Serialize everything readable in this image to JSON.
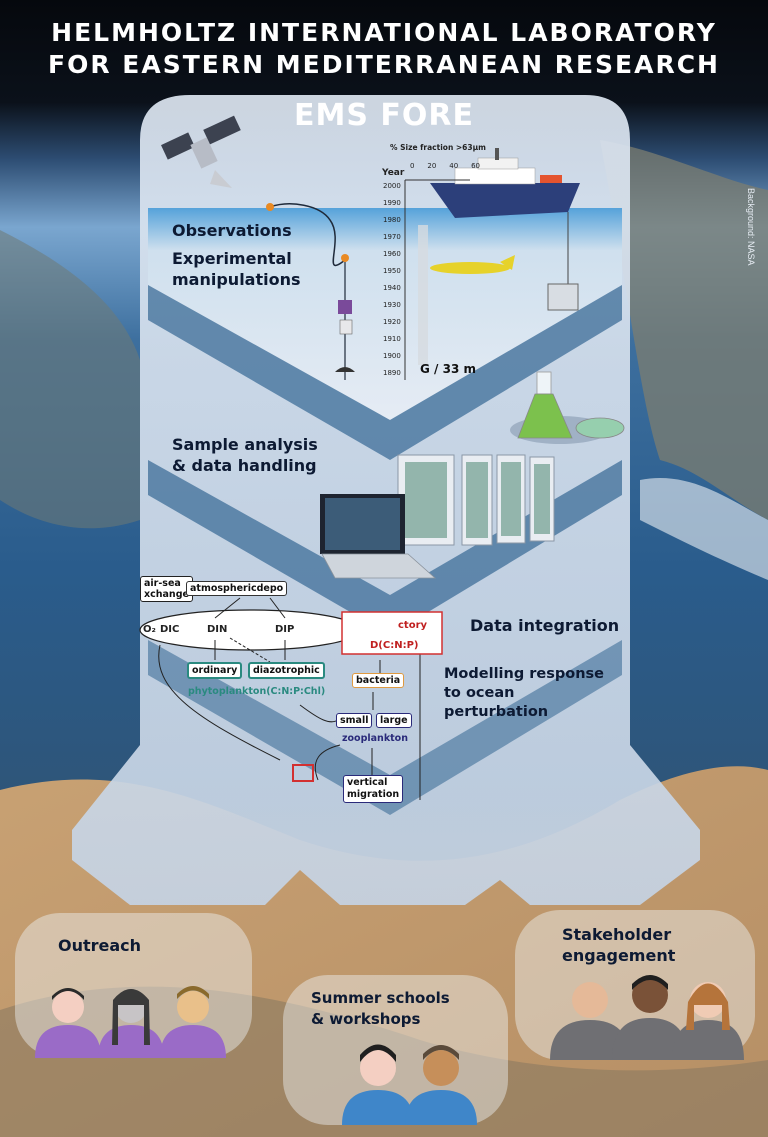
{
  "header": {
    "title_line1": "HELMHOLTZ INTERNATIONAL LABORATORY",
    "title_line2": "FOR EASTERN MEDITERRANEAN RESEARCH"
  },
  "program_name": "EMS FORE",
  "credit": "Background: NASA",
  "stages": {
    "observations": "Observations",
    "experimental_line1": "Experimental",
    "experimental_line2": "manipulations",
    "sample_line1": "Sample analysis",
    "sample_line2": "& data handling",
    "data_integration": "Data integration",
    "modelling_line1": "Modelling response",
    "modelling_line2": "to ocean",
    "modelling_line3": "perturbation"
  },
  "sediment_core": {
    "top_label": "% Size fraction >63µm",
    "axis_title": "Year",
    "x_ticks": [
      "0",
      "20",
      "40",
      "60"
    ],
    "years": [
      "2000",
      "1990",
      "1980",
      "1970",
      "1960",
      "1950",
      "1940",
      "1930",
      "1920",
      "1910",
      "1900",
      "1890"
    ],
    "core_label": "G / 33 m"
  },
  "model_diagram": {
    "air_sea_line1": "air-sea",
    "air_sea_line2": "xchange",
    "atmospheric": "atmosphericdepo",
    "o2": "O₂",
    "dic": "DIC",
    "din": "DIN",
    "dip": "DIP",
    "ordinary": "ordinary",
    "diazotrophic": "diazotrophic",
    "phytoplankton": "phytoplankton(C:N:P:Chl)",
    "refractory": "ctory",
    "don": "D(C:N:P)",
    "bacteria": "bacteria",
    "small": "small",
    "large": "large",
    "zooplankton": "zooplankton",
    "vertical_line1": "vertical",
    "vertical_line2": "migration"
  },
  "outreach": {
    "outreach": "Outreach",
    "summer_line1": "Summer schools",
    "summer_line2": "& workshops",
    "stakeholder_line1": "Stakeholder",
    "stakeholder_line2": "engagement"
  },
  "colors": {
    "accent_text": "#0d1a33",
    "sea_top": "#4f9fd9",
    "panel": "#dfe7f2",
    "purple_people": "#9a6bc7",
    "blue_people": "#3f86c9",
    "grey_people": "#6f6f73",
    "teal": "#2a8a80"
  }
}
